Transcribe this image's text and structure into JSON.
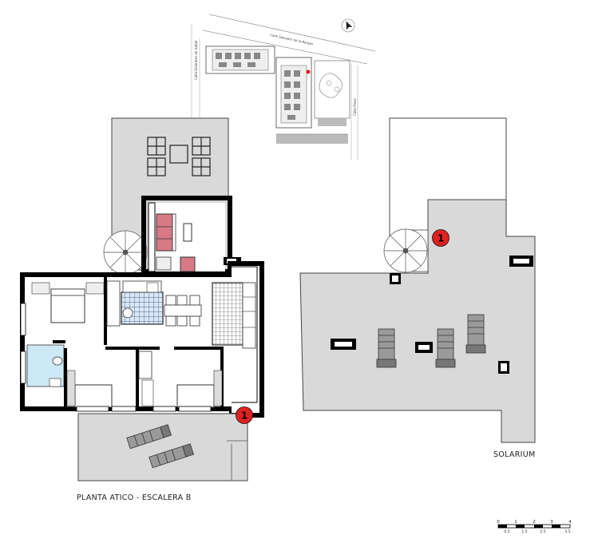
{
  "labels": {
    "plan_title": "PLANTA ATICO - ESCALERA B",
    "solarium_title": "SOLARIUM"
  },
  "markers": {
    "unit_number": "1",
    "unit_number_solarium": "1"
  },
  "site_map": {
    "street_top": "Calle Salvador de la Bargas",
    "street_left": "Calle Dolorales de Isabel",
    "street_right": "Calle Pinos"
  },
  "scale_bar": {
    "major_ticks": [
      "0",
      "1",
      "2",
      "3",
      "4"
    ],
    "minor_ticks": [
      "0.5",
      "1.5",
      "2.5",
      "3.5"
    ]
  },
  "colors": {
    "wall": "#000000",
    "terrace": "#d9d9d9",
    "bath_blue": "#cce8f4",
    "sofa_red": "#d77a85",
    "marker_red": "#e02020",
    "tile_grid": "#333333"
  }
}
